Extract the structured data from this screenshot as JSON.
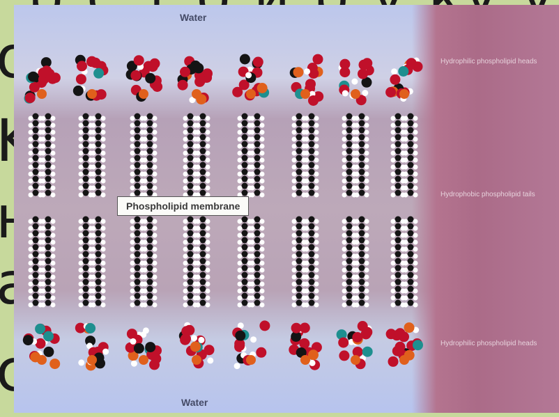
{
  "slide": {
    "left_glyphs": [
      "o",
      "K",
      "н",
      "a",
      "c"
    ],
    "top_glyphs": "р с т о и р у ку у"
  },
  "figure": {
    "water_top": "Water",
    "water_bottom": "Water",
    "membrane_label": "Phospholipid membrane",
    "side_labels": [
      "Hydrophilic phospholipid heads",
      "Hydrophobic phospholipid tails",
      "Hydrophilic phospholipid heads"
    ]
  },
  "colors": {
    "slide_background": "#c7d99c",
    "oxygen": "#c0102a",
    "phosphorus": "#e0601c",
    "carbon": "#141414",
    "hydrogen": "#ffffff",
    "nitrogen": "#1e8f8f"
  }
}
